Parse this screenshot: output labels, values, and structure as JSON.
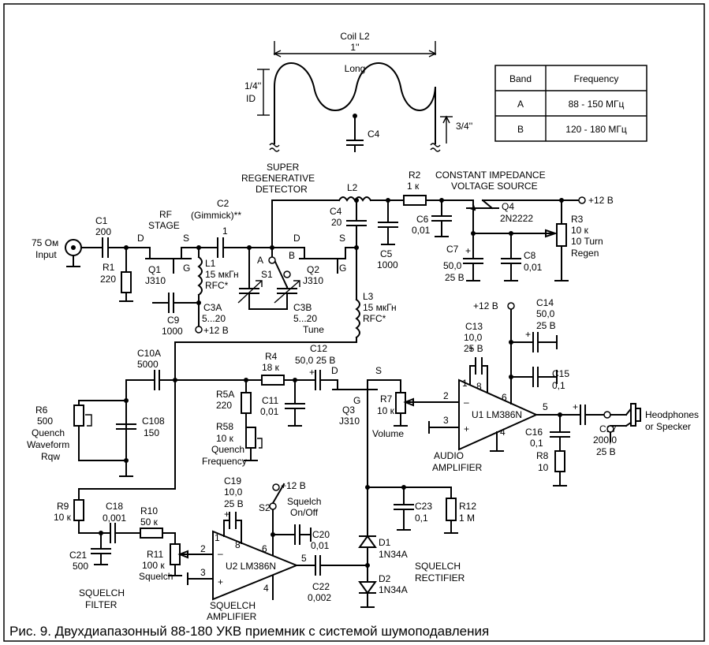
{
  "caption": "Рис. 9. Двухдиапазонный 88-180 УКВ приемник с системой шумоподавления",
  "coil": {
    "title": "Coil L2",
    "len_inch": "1''",
    "long": "Long",
    "id_q": "1/4''",
    "id": "ID",
    "tap": "3/4''",
    "cap": "C4"
  },
  "band_table": {
    "headers": [
      "Band",
      "Frequency"
    ],
    "rows": [
      [
        "A",
        "88 - 150 МГц"
      ],
      [
        "B",
        "120 - 180 МГц"
      ]
    ]
  },
  "labels": {
    "super1": "SUPER",
    "super2": "REGENERATIVE",
    "super3": "DETECTOR",
    "const1": "CONSTANT IMPEDANCE",
    "const2": "VOLTAGE SOURCE",
    "plus12": "+12 В",
    "rf1": "RF",
    "rf2": "STAGE",
    "gimmick": "(Gimmick)**",
    "tune": "Tune",
    "audio1": "AUDIO",
    "audio2": "AMPLIFIER",
    "sq_amp1": "SQUELCH",
    "sq_amp2": "AMPLIFIER",
    "sq_filt1": "SQUELCH",
    "sq_filt2": "FILTER",
    "sq_rect1": "SQUELCH",
    "sq_rect2": "RECTIFIER",
    "phones1": "Heodphones",
    "phones2": "or Specker",
    "quench1": "Quench",
    "quench2": "Waveform",
    "quench3": "Rqw",
    "qfreq1": "Quench",
    "qfreq2": "Frequency",
    "volume": "Volume",
    "squelch": "Squelch",
    "sq_onoff1": "Squelch",
    "sq_onoff2": "On/Off",
    "input1": "75 Ом",
    "input2": "Input",
    "pin_d": "D",
    "pin_s": "S",
    "pin_g": "G",
    "sw_a": "A",
    "sw_b": "B",
    "minus": "–",
    "plus": "+",
    "n1": "1",
    "n2": "2",
    "n3": "3",
    "n4": "4",
    "n5": "5",
    "n6": "6",
    "n8": "8"
  },
  "components": {
    "C1": [
      "C1",
      "200"
    ],
    "R1": [
      "R1",
      "220"
    ],
    "Q1": [
      "Q1",
      "J310"
    ],
    "C2": [
      "C2",
      "1"
    ],
    "L1": [
      "L1",
      "15 мкГн",
      "RFC*"
    ],
    "C9": [
      "C9",
      "1000"
    ],
    "C3A": [
      "C3A",
      "5...20"
    ],
    "C3B": [
      "C3B",
      "5...20"
    ],
    "S1": [
      "S1"
    ],
    "Q2": [
      "Q2",
      "J310"
    ],
    "L2": [
      "L2"
    ],
    "C4": [
      "C4",
      "20"
    ],
    "L3": [
      "L3",
      "15 мкГн",
      "RFC*"
    ],
    "C5": [
      "C5",
      "1000"
    ],
    "R2": [
      "R2",
      "1 к"
    ],
    "C6": [
      "C6",
      "0,01"
    ],
    "Q4": [
      "Q4",
      "2N2222"
    ],
    "R3": [
      "R3",
      "10 к",
      "10 Turn",
      "Regen"
    ],
    "C7": [
      "C7",
      "50,0",
      "25 В"
    ],
    "C8": [
      "C8",
      "0,01"
    ],
    "C10A": [
      "C10A",
      "5000"
    ],
    "R6": [
      "R6",
      "500"
    ],
    "C108": [
      "C108",
      "150"
    ],
    "R4": [
      "R4",
      "18 к"
    ],
    "R5A": [
      "R5A",
      "220"
    ],
    "R58": [
      "R58",
      "10 к"
    ],
    "C11": [
      "C11",
      "0,01"
    ],
    "C12": [
      "C12",
      "50,0 25 В"
    ],
    "Q3": [
      "Q3",
      "J310"
    ],
    "R7": [
      "R7",
      "10 к"
    ],
    "U1": [
      "U1 LM386N"
    ],
    "C13": [
      "C13",
      "10,0",
      "25 В"
    ],
    "C14": [
      "C14",
      "50,0",
      "25 В"
    ],
    "C15": [
      "C15",
      "0,1"
    ],
    "C16": [
      "C16",
      "0,1"
    ],
    "C17": [
      "C17",
      "200,0",
      "25 В"
    ],
    "R8": [
      "R8",
      "10"
    ],
    "R9": [
      "R9",
      "10 к"
    ],
    "C18": [
      "C18",
      "0,001"
    ],
    "R10": [
      "R10",
      "50 к"
    ],
    "C21": [
      "C21",
      "500"
    ],
    "R11": [
      "R11",
      "100 к"
    ],
    "C19": [
      "C19",
      "10,0",
      "25 В"
    ],
    "U2": [
      "U2 LM386N"
    ],
    "S2": [
      "S2"
    ],
    "C20": [
      "C20",
      "0,01"
    ],
    "C22": [
      "C22",
      "0,002"
    ],
    "C23": [
      "C23",
      "0,1"
    ],
    "R12": [
      "R12",
      "1 М"
    ],
    "D1": [
      "D1",
      "1N34A"
    ],
    "D2": [
      "D2",
      "1N34A"
    ]
  }
}
